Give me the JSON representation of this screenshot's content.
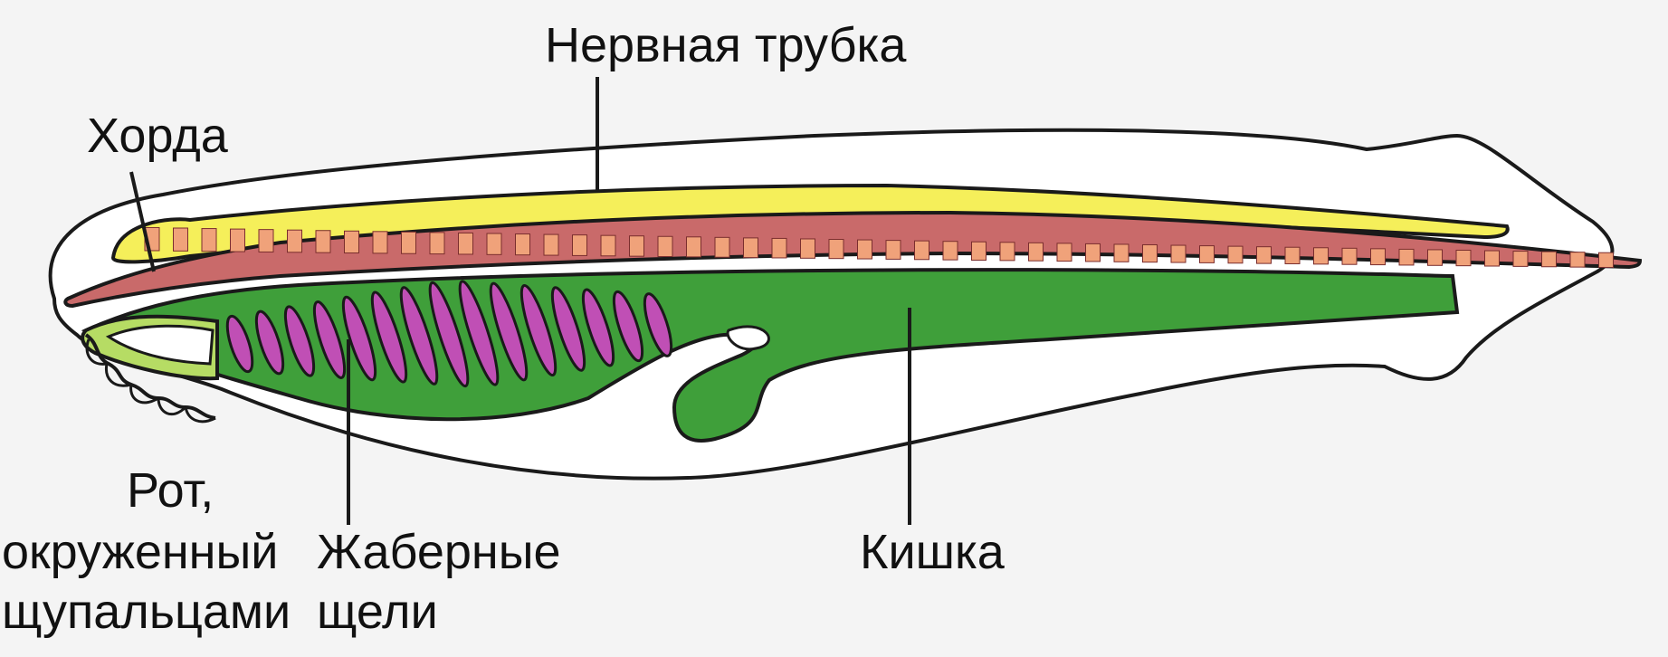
{
  "labels": {
    "nerve_tube": "Нервная трубка",
    "chord": "Хорда",
    "mouth_line1": "Рот,",
    "mouth_line2": "окруженный",
    "mouth_line3": "щупальцами",
    "gill_line1": "Жаберные",
    "gill_line2": "щели",
    "gut": "Кишка"
  },
  "colors": {
    "background": "#f4f4f4",
    "body_fill": "#ffffff",
    "outline": "#1a1a1a",
    "nerve_tube": "#f5ef5a",
    "notochord": "#c96a6a",
    "notochord_segment": "#f0a27a",
    "gut": "#3f9f3a",
    "gill_slit": "#c04fb5",
    "mouth_area": "#b6dc64"
  }
}
